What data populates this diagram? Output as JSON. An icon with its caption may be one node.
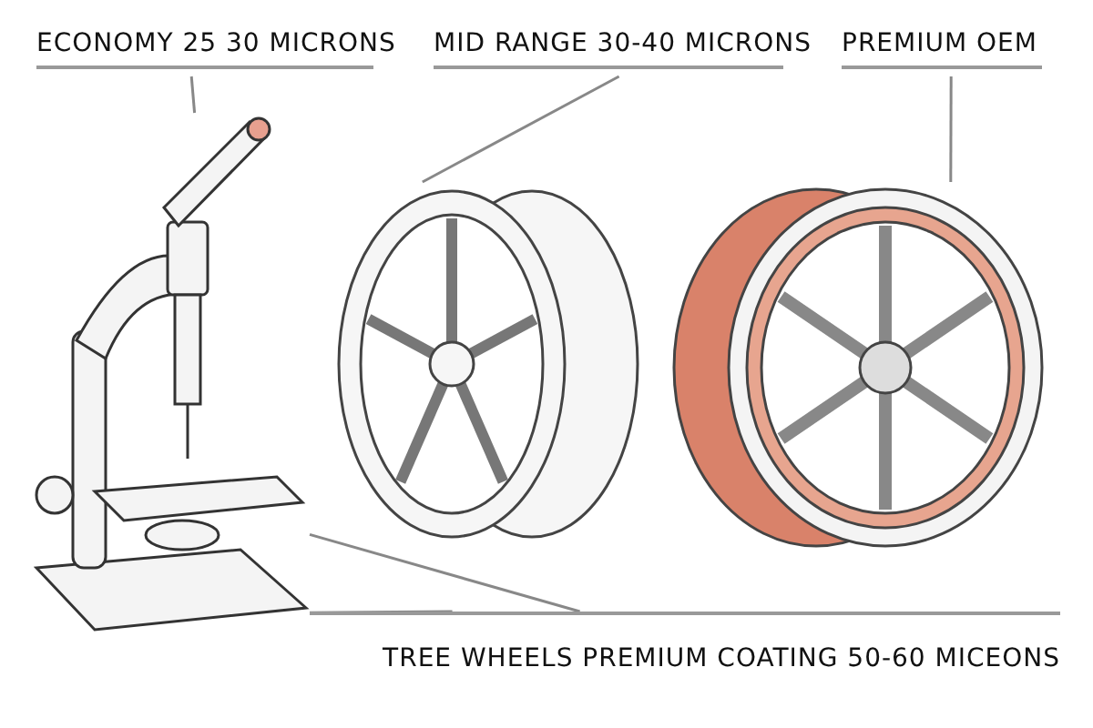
{
  "diagram": {
    "nodes": [
      {
        "text": [
          "ECONOMY 25 30 MICRONS"
        ]
      },
      {
        "text": [
          "MID RANGE 30-40 MICRONS"
        ]
      },
      {
        "text": [
          "PREMIUM OEM"
        ]
      },
      {
        "text": [
          "TREE WHEELS PREMIUM COATING 50-60 MICEONS"
        ]
      },
      {
        "text": [],
        "shape": "picture"
      },
      {
        "text": [],
        "shape": "picture"
      },
      {
        "text": [],
        "shape": "picture"
      }
    ],
    "edges": [
      {
        "from": 0,
        "to": 4,
        "arrow": "none"
      },
      {
        "from": 1,
        "to": 5,
        "arrow": "none"
      },
      {
        "from": 2,
        "to": 6,
        "arrow": "none"
      },
      {
        "from": 3,
        "to": 4,
        "arrow": "none"
      },
      {
        "from": 3,
        "to": 4,
        "arrow": "none"
      }
    ]
  }
}
